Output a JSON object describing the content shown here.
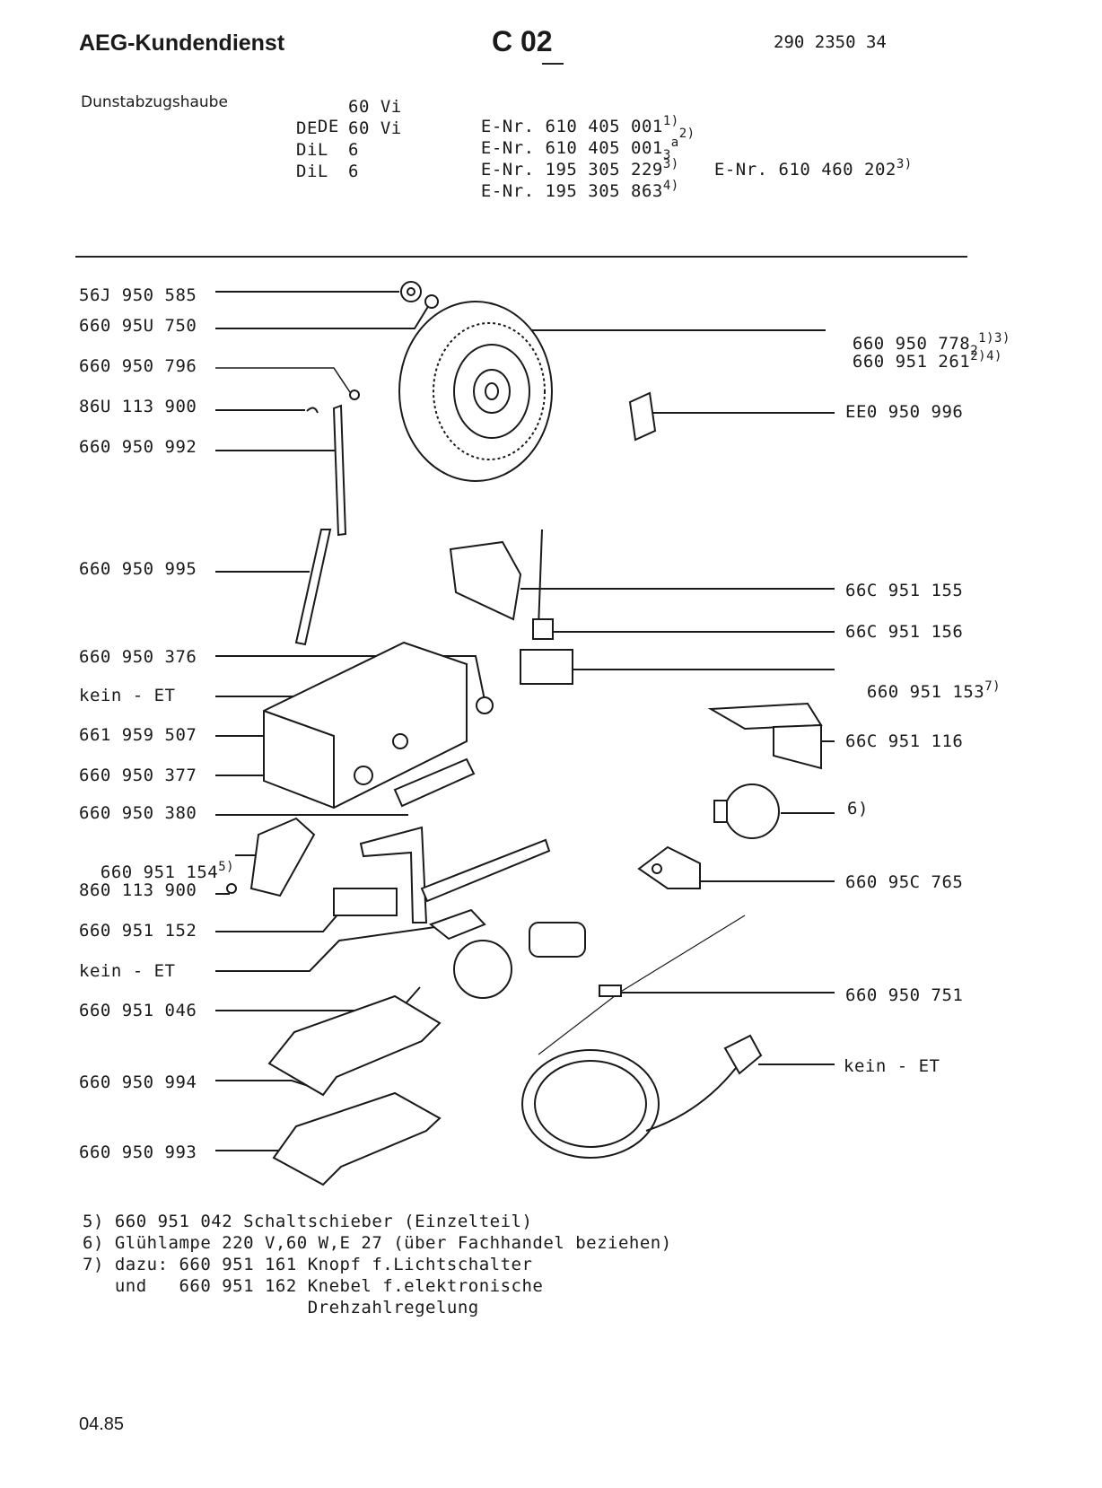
{
  "header": {
    "brand": "AEG-Kundendienst",
    "code": "C 02",
    "doc_number": "290 2350 34"
  },
  "models": {
    "appliance": "Dunstabzugshaube",
    "rows": [
      {
        "type": "DE",
        "variant": "60 Vi",
        "enr": "E-Nr. 610 405 001",
        "note": "1)",
        "note2": "2)",
        "extra": ""
      },
      {
        "type": "DE",
        "variant": "60 Vi",
        "enr": "E-Nr. 610 405 001",
        "note": "a",
        "note2": "3",
        "extra": ""
      },
      {
        "type": "DiL",
        "variant": "6",
        "enr": "E-Nr. 195 305 229",
        "note": "3)",
        "note2": "",
        "extra": "E-Nr. 610 460 202"
      },
      {
        "type": "DiL",
        "variant": "6",
        "enr": "E-Nr. 195 305 863",
        "note": "4)",
        "note2": "",
        "extra": ""
      }
    ],
    "extra_note": "3)"
  },
  "parts_left": [
    {
      "num": "56J 950 585"
    },
    {
      "num": "660 95U 750"
    },
    {
      "num": "660 950 796"
    },
    {
      "num": "86U 113 900"
    },
    {
      "num": "660 950 992"
    },
    {
      "num": "660 950 995"
    },
    {
      "num": "660 950 376"
    },
    {
      "num": "kein - ET"
    },
    {
      "num": "661 959 507"
    },
    {
      "num": "660 950 377"
    },
    {
      "num": "660 950 380"
    },
    {
      "num": "660 951 154",
      "note": "5)"
    },
    {
      "num": "860 113 900"
    },
    {
      "num": "660 951 152"
    },
    {
      "num": "kein - ET"
    },
    {
      "num": "660 951 046"
    },
    {
      "num": "660 950 994"
    },
    {
      "num": "660 950 993"
    }
  ],
  "parts_right": [
    {
      "num": "660 950 778",
      "note": "1)3)",
      "sub": "2"
    },
    {
      "num": "660 951 261",
      "note": "2)4)"
    },
    {
      "num": "EE0 950 996"
    },
    {
      "num": "66C 951 155"
    },
    {
      "num": "66C 951 156"
    },
    {
      "num": "660 951 153",
      "note": "7)"
    },
    {
      "num": "66C 951 116"
    },
    {
      "num": "6)"
    },
    {
      "num": "660 95C 765"
    },
    {
      "num": "660 950 751"
    },
    {
      "num": "kein - ET"
    }
  ],
  "footnotes": [
    "5) 660 951 042 Schaltschieber (Einzelteil)",
    "6) Glühlampe 220 V,60 W,E 27 (über Fachhandel beziehen)",
    "7) dazu: 660 951 161 Knopf f.Lichtschalter",
    "   und   660 951 162 Knebel f.elektronische",
    "                     Drehzahlregelung"
  ],
  "date": "04.85"
}
